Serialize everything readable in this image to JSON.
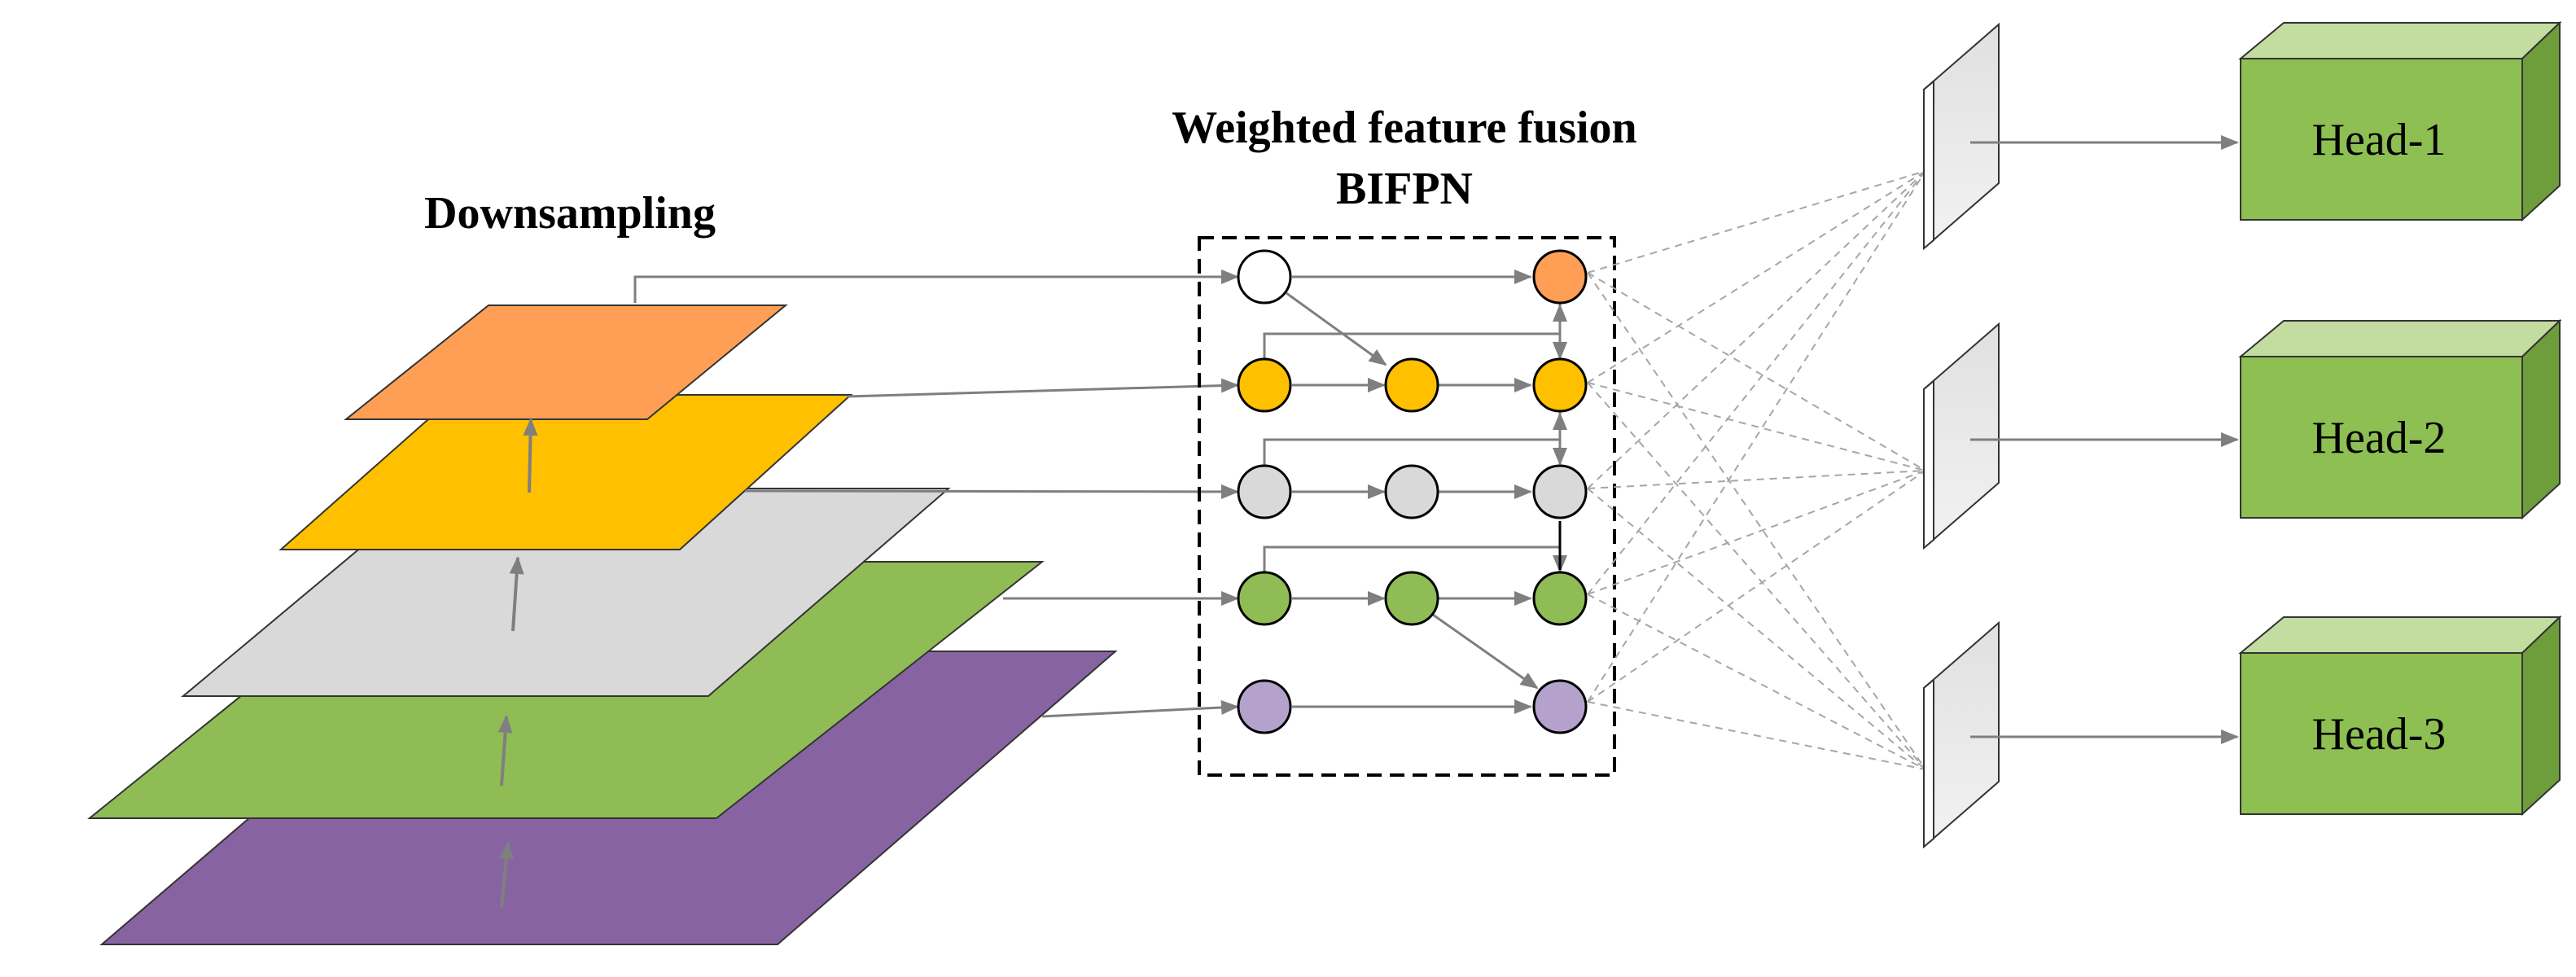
{
  "labels": {
    "downsampling": "Downsampling",
    "fusion_line1": "Weighted feature fusion",
    "fusion_line2": "BIFPN"
  },
  "heads": [
    {
      "label": "Head-1"
    },
    {
      "label": "Head-2"
    },
    {
      "label": "Head-3"
    }
  ],
  "colors": {
    "orange": "#FF9F55",
    "yellow": "#FFC000",
    "gray": "#D9D9D9",
    "green": "#8FBC55",
    "purple": "#8764A1",
    "white": "#FFFFFF",
    "head_front": "#8DBF52",
    "head_top": "#C3DCA0",
    "head_side": "#6E9E3C",
    "arrow": "#7F7F7F"
  }
}
